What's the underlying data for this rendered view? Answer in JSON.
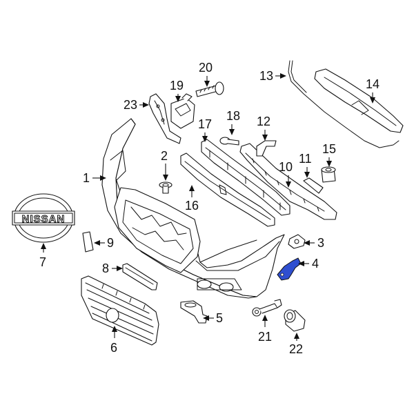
{
  "diagram": {
    "highlight_color": "#2f4fd0",
    "line_color": "#111111",
    "background": "#ffffff",
    "logo_text": "NISSAN",
    "callouts": {
      "c1": "1",
      "c2": "2",
      "c3": "3",
      "c4": "4",
      "c5": "5",
      "c6": "6",
      "c7": "7",
      "c8": "8",
      "c9": "9",
      "c10": "10",
      "c11": "11",
      "c12": "12",
      "c13": "13",
      "c14": "14",
      "c15": "15",
      "c16": "16",
      "c17": "17",
      "c18": "18",
      "c19": "19",
      "c20": "20",
      "c21": "21",
      "c22": "22",
      "c23": "23"
    },
    "highlighted_part": "4"
  }
}
